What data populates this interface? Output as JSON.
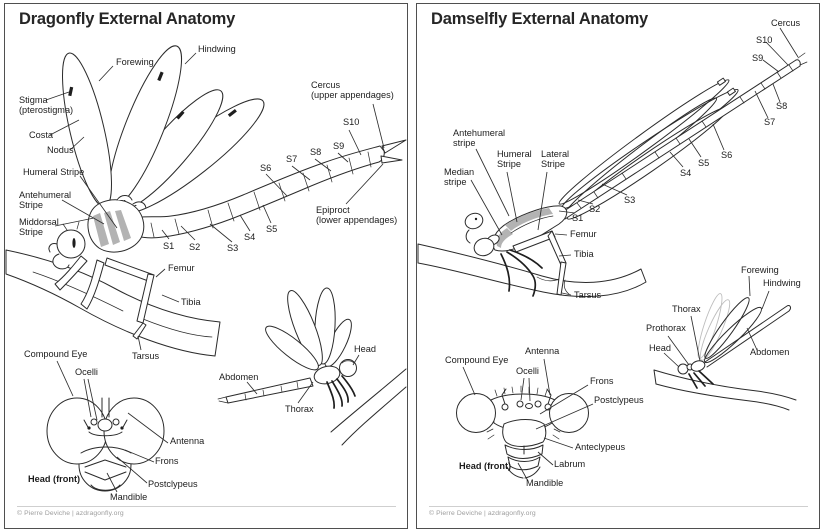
{
  "shared": {
    "credit": "© Pierre Deviche | azdragonfly.org"
  },
  "colors": {
    "ink": "#2b2b2b",
    "stripe_gray": "#b3b3b3",
    "light_wing_gray": "#bdbdbd",
    "credit_gray": "#9d9d9d"
  },
  "dragonfly": {
    "title": "Dragonfly External Anatomy",
    "labels": {
      "forewing": "Forewing",
      "hindwing": "Hindwing",
      "stigma": "Stigma\n(pterostigma)",
      "costa": "Costa",
      "nodus": "Nodus",
      "humeral_stripe": "Humeral Stripe",
      "antehumeral_stripe": "Antehumeral\nStripe",
      "middorsal_stripe": "Middorsal\nStripe",
      "cercus": "Cercus\n(upper appendages)",
      "epiproct": "Epiproct\n(lower appendages)",
      "s1": "S1",
      "s2": "S2",
      "s3": "S3",
      "s4": "S4",
      "s5": "S5",
      "s6": "S6",
      "s7": "S7",
      "s8": "S8",
      "s9": "S9",
      "s10": "S10",
      "femur": "Femur",
      "tibia": "Tibia",
      "tarsus": "Tarsus",
      "compound_eye": "Compound Eye",
      "ocelli": "Ocelli",
      "head": "Head",
      "abdomen": "Abdomen",
      "thorax": "Thorax",
      "antenna": "Antenna",
      "frons": "Frons",
      "postclypeus": "Postclypeus",
      "head_front": "Head (front)",
      "mandible": "Mandible"
    }
  },
  "damselfly": {
    "title": "Damselfly External Anatomy",
    "labels": {
      "cercus": "Cercus",
      "s1": "S1",
      "s2": "S2",
      "s3": "S3",
      "s4": "S4",
      "s5": "S5",
      "s6": "S6",
      "s7": "S7",
      "s8": "S8",
      "s9": "S9",
      "s10": "S10",
      "antehumeral_stripe": "Antehumeral\nstripe",
      "humeral_stripe": "Humeral\nStripe",
      "lateral_stripe": "Lateral\nStripe",
      "median_stripe": "Median\nstripe",
      "femur": "Femur",
      "tibia": "Tibia",
      "tarsus": "Tarsus",
      "forewing": "Forewing",
      "hindwing": "Hindwing",
      "thorax": "Thorax",
      "prothorax": "Prothorax",
      "head": "Head",
      "abdomen": "Abdomen",
      "compound_eye": "Compound Eye",
      "antenna": "Antenna",
      "ocelli": "Ocelli",
      "frons": "Frons",
      "postclypeus": "Postclypeus",
      "anteclypeus": "Anteclypeus",
      "labrum": "Labrum",
      "head_front": "Head (front)",
      "mandible": "Mandible"
    }
  }
}
